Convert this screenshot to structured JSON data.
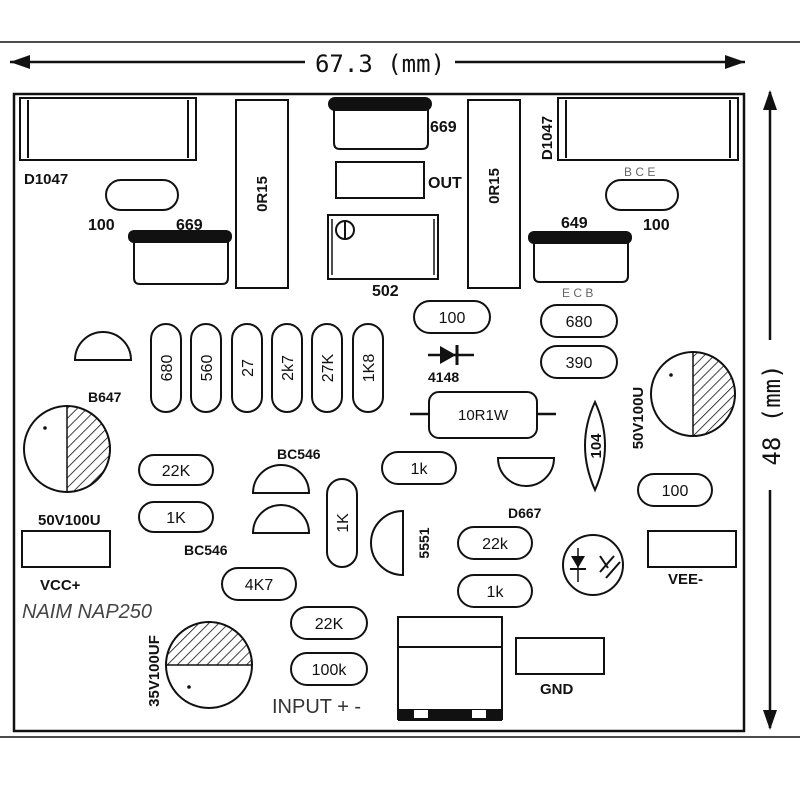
{
  "dimensions": {
    "width_label": "67.3 (mm)",
    "height_label": "48 (mm)"
  },
  "board_title": "NAIM NAP250",
  "power_transistors": {
    "left": "D1047",
    "right": "D1047"
  },
  "resistor_pads": {
    "left_top": "100",
    "right_top": "100",
    "right_mid": "100"
  },
  "drivers": {
    "left": "669",
    "top": "669",
    "right": "649"
  },
  "vertical_resistors": {
    "left": "0R15",
    "right": "0R15"
  },
  "pin_labels": {
    "bce": "B C E",
    "ecb": "E C B"
  },
  "output_label": "OUT",
  "trimmer_label": "502",
  "small_resistors": [
    "100",
    "680",
    "390",
    "680",
    "560",
    "27",
    "2k7",
    "27K",
    "1K8"
  ],
  "diode_label": "4148",
  "power_resistor": "10R1W",
  "transistors": {
    "b647": "B647",
    "bc546_top": "BC546",
    "bc546_bottom": "BC546",
    "d667": "D667",
    "c5551": "5551"
  },
  "capacitors": {
    "left": "50V100U",
    "right": "50V100U",
    "input": "35V100UF",
    "film": "104"
  },
  "resistors_mid": {
    "r22k_left": "22K",
    "r1k_left": "1K",
    "r1k_mid": "1k",
    "r1k_vert": "1K",
    "r4k7": "4K7",
    "r22k_right": "22k",
    "r1k_right": "1k",
    "r22k_bottom": "22K",
    "r100k": "100k"
  },
  "connectors": {
    "vcc": "VCC+",
    "vee": "VEE-",
    "gnd": "GND",
    "input": "INPUT + -"
  }
}
